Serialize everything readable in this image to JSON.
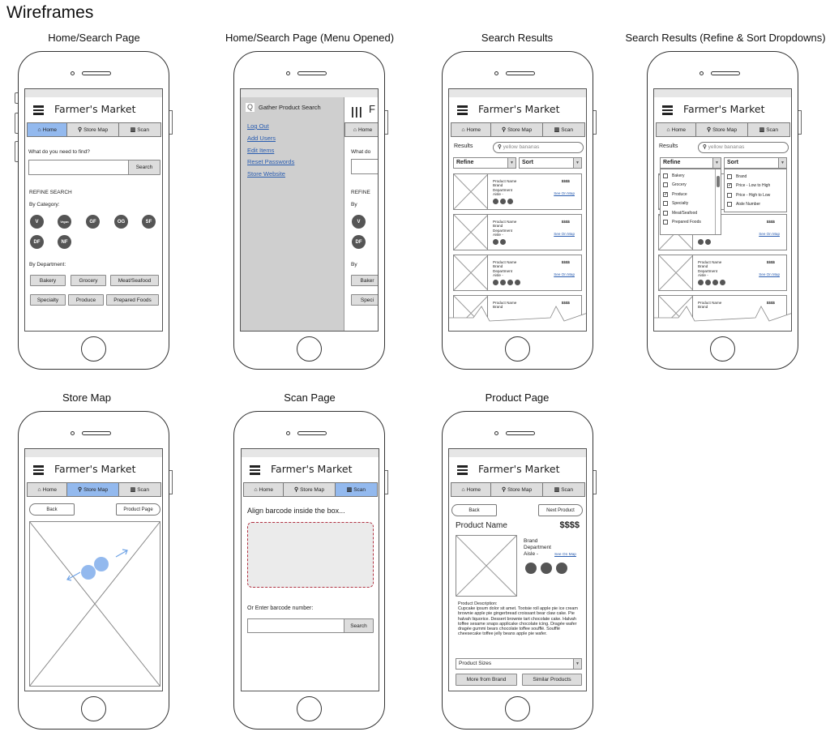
{
  "page_title": "Wireframes",
  "screen_titles": [
    "Home/Search Page",
    "Home/Search Page (Menu Opened)",
    "Search Results",
    "Search Results (Refine & Sort Dropdowns)",
    "Store Map",
    "Scan Page",
    "Product Page"
  ],
  "app": {
    "name": "Farmer's Market",
    "tabs": [
      "Home",
      "Store Map",
      "Scan"
    ],
    "active_color": "#93b9ee"
  },
  "home": {
    "prompt": "What do you need to find?",
    "search_button": "Search",
    "refine_heading": "REFINE SEARCH",
    "by_category": "By Category:",
    "categories": [
      "V",
      "Vegan",
      "GF",
      "OG",
      "SF",
      "DF",
      "NF"
    ],
    "by_department": "By Department:",
    "departments": [
      "Bakery",
      "Grocery",
      "Meat/Seafood",
      "Specialty",
      "Produce",
      "Prepared Foods"
    ]
  },
  "menu": {
    "brand": "Gather Product Search",
    "links": [
      "Log Out",
      "Add Users",
      "Edit Items",
      "Reset Passwords",
      "Store Website"
    ],
    "partial_title": "F",
    "partial_tab": "Home",
    "partial_prompt": "What do",
    "partial_refine": "REFINE",
    "partial_by": "By",
    "partial_categories": [
      "V",
      "DF"
    ],
    "partial_departments": [
      "Baker",
      "Speci"
    ]
  },
  "results": {
    "label": "Results",
    "search_value": "yellow bananas",
    "refine": "Refine",
    "sort": "Sort",
    "cards": [
      {
        "name": "Product Name",
        "brand": "Brand",
        "department": "Department",
        "aisle": "Aisle -",
        "price": "$$$$",
        "map_link": "See On Map",
        "dots": 3
      },
      {
        "name": "Product Name",
        "brand": "Brand",
        "department": "Department",
        "aisle": "Aisle -",
        "price": "$$$$",
        "map_link": "See On Map",
        "dots": 2
      },
      {
        "name": "Product Name",
        "brand": "Brand",
        "department": "Department",
        "aisle": "Aisle -",
        "price": "$$$$",
        "map_link": "See On Map",
        "dots": 4
      },
      {
        "name": "Product Name",
        "brand": "Brand",
        "department": "",
        "aisle": "",
        "price": "$$$$",
        "map_link": "",
        "dots": 0
      }
    ],
    "refine_options": [
      {
        "label": "Bakery",
        "checked": false
      },
      {
        "label": "Grocery",
        "checked": false
      },
      {
        "label": "Produce",
        "checked": true
      },
      {
        "label": "Specialty",
        "checked": false
      },
      {
        "label": "Meat/Seafood",
        "checked": false
      },
      {
        "label": "Prepared Foods",
        "checked": false
      }
    ],
    "sort_options": [
      {
        "label": "Brand",
        "checked": false
      },
      {
        "label": "Price - Low to High",
        "checked": true
      },
      {
        "label": "Price - High to Low",
        "checked": false
      },
      {
        "label": "Aisle Number",
        "checked": false
      }
    ]
  },
  "store_map": {
    "back": "Back",
    "forward": "Product Page",
    "marker_color": "#93b9ee"
  },
  "scan": {
    "instruction": "Align barcode inside the box...",
    "manual_label": "Or Enter barcode number:",
    "search_button": "Search"
  },
  "product": {
    "back": "Back",
    "next": "Next Product",
    "name": "Product Name",
    "price": "$$$$",
    "brand": "Brand",
    "department": "Department",
    "aisle": "Aisle -",
    "map_link": "See On Map",
    "dots": 3,
    "description_label": "Product Description:",
    "description": "Cupcake ipsum dolor sit amet. Tootsie roll apple pie ice cream brownie apple pie gingerbread croissant bear claw cake. Pie halvah liquorice. Dessert brownie tart chocolate cake. Halvah toffee sesame snaps applicake chocolate icing. Dragée wafer dragée gummi bears chocolate toffee soufflé. Soufflé cheesecake toffee jelly beans apple pie wafer.",
    "sizes": "Product Sizes",
    "more_brand": "More from Brand",
    "similar": "Similar Products"
  }
}
